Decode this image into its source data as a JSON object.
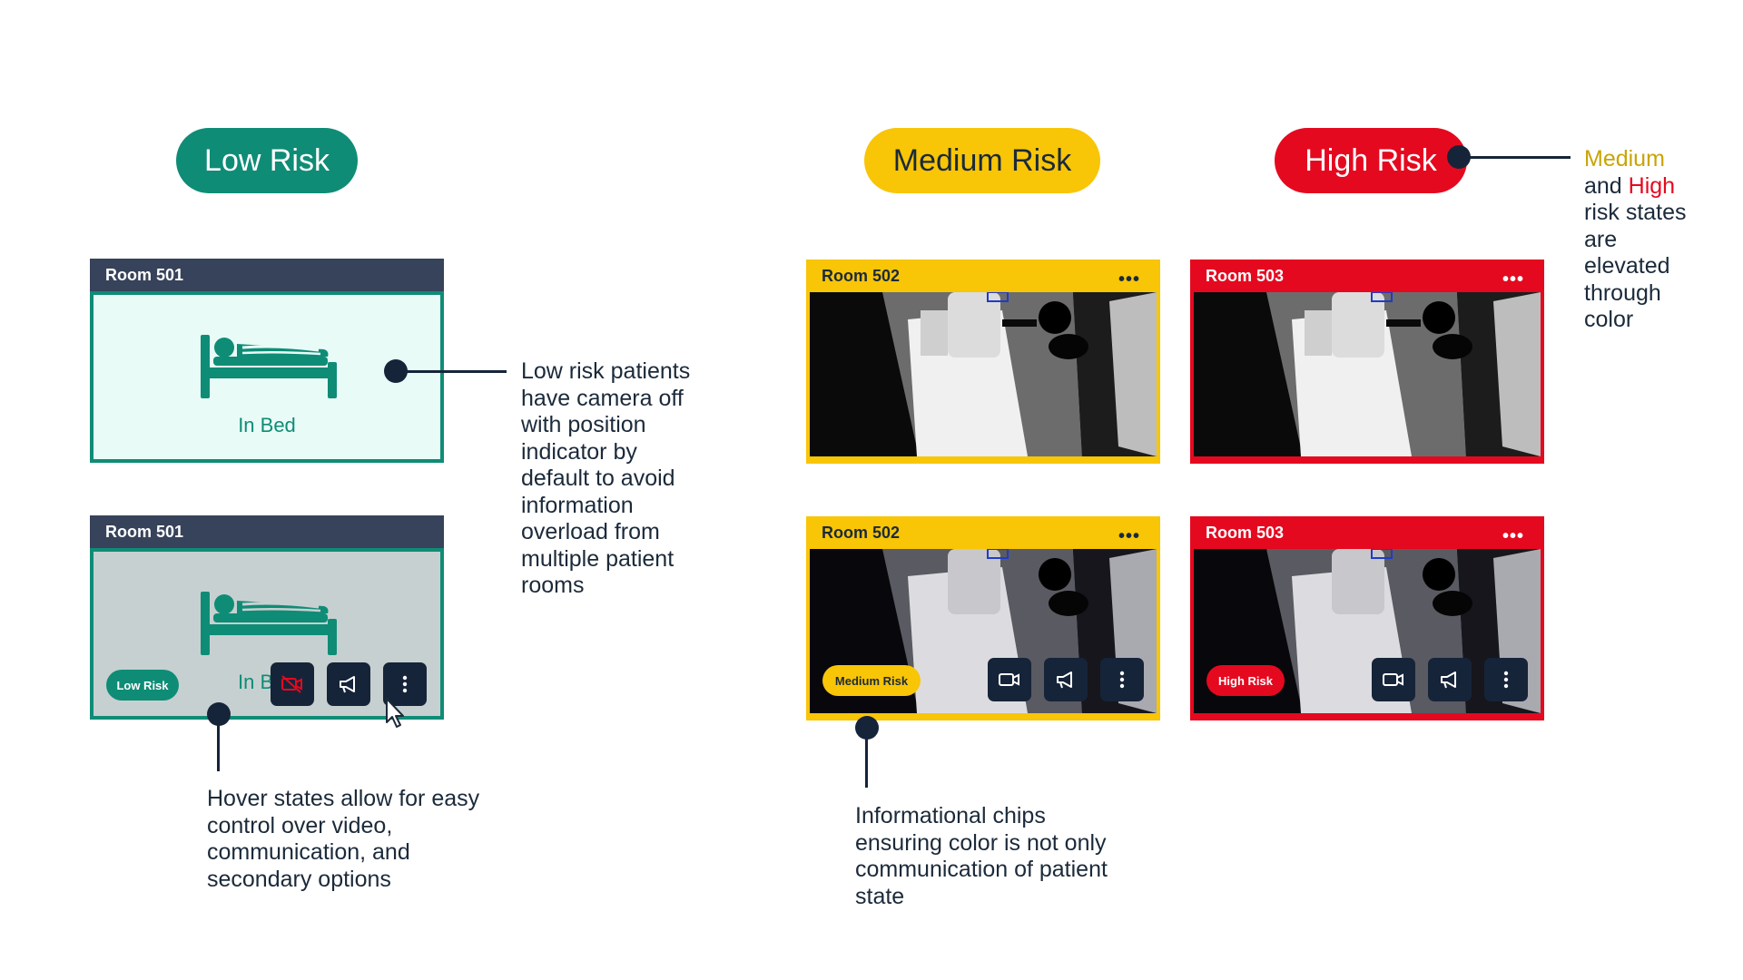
{
  "risk_levels": {
    "low": "Low Risk",
    "medium": "Medium Risk",
    "high": "High Risk"
  },
  "rooms": {
    "r501": "Room 501",
    "r502": "Room 502",
    "r503": "Room 503"
  },
  "menu_glyph": "•••",
  "bed_status": "In Bed",
  "bed_status_partial": "In B",
  "chips": {
    "low": "Low Risk",
    "medium": "Medium Risk",
    "high": "High Risk"
  },
  "annotations": {
    "low_risk_lines": [
      "Low risk patients",
      "have camera off",
      "with position",
      "indicator by",
      "default to avoid",
      "information",
      "overload from",
      "multiple patient",
      "rooms"
    ],
    "hover_lines": [
      "Hover states allow for easy",
      "control over video,",
      "communication, and",
      "secondary options"
    ],
    "chips_lines": [
      "Informational chips",
      "ensuring color is not only",
      "communication of patient",
      "state"
    ],
    "elevated": {
      "word_medium": "Medium",
      "word_and": "and",
      "word_high": "High",
      "rest_lines": [
        "risk states",
        "are",
        "elevated",
        "through",
        "color"
      ]
    }
  },
  "colors": {
    "low": "#0f8c76",
    "medium": "#f8c507",
    "high": "#e5091f",
    "navy": "#16243a",
    "medium_text": "#c9a406"
  },
  "icons": {
    "bed": "bed-patient-icon",
    "camera_off": "camera-off-icon",
    "camera": "video-camera-icon",
    "speaker": "megaphone-icon",
    "more": "more-vertical-icon",
    "cursor": "mouse-cursor-icon"
  }
}
